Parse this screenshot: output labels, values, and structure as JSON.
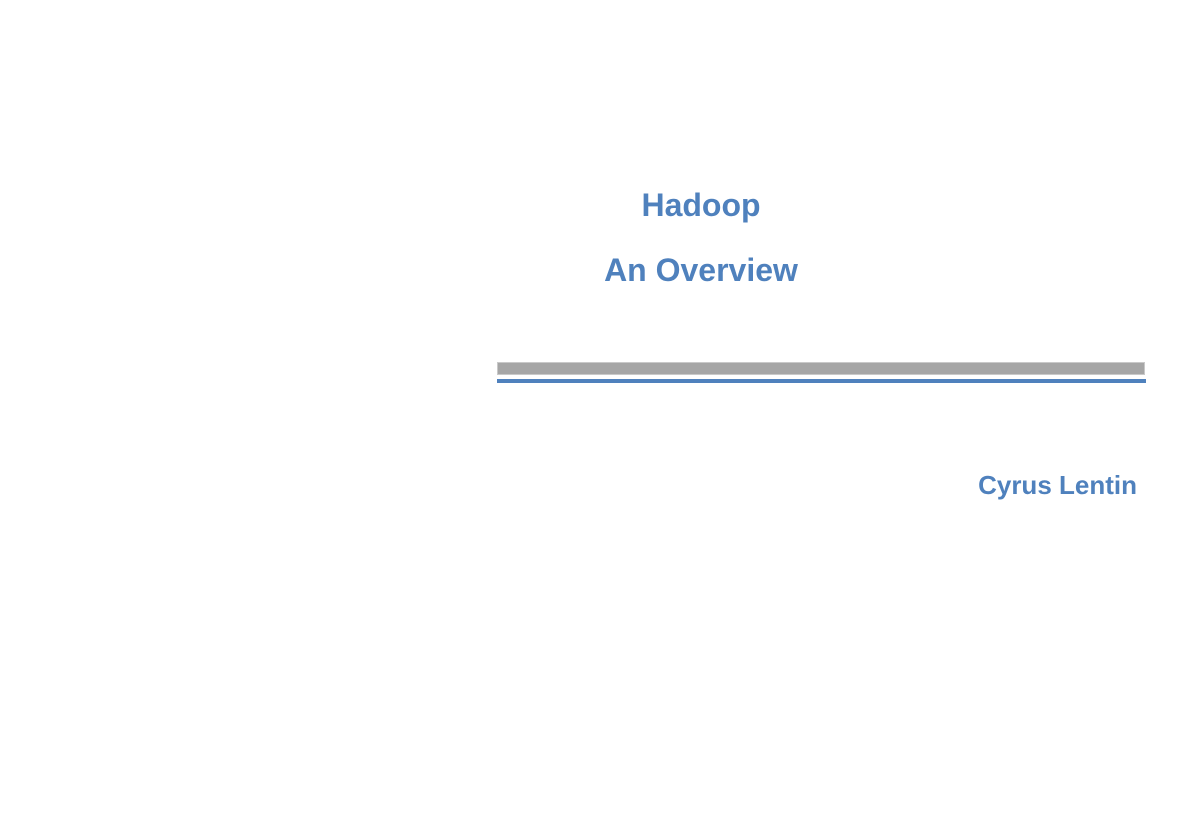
{
  "slide": {
    "title_line1": "Hadoop",
    "title_line2": "An Overview",
    "author": "Cyrus Lentin",
    "colors": {
      "background": "#FFFFFF",
      "text_blue": "#4F81BD",
      "divider_gray": "#A6A6A6",
      "divider_blue": "#4F81BD"
    }
  }
}
